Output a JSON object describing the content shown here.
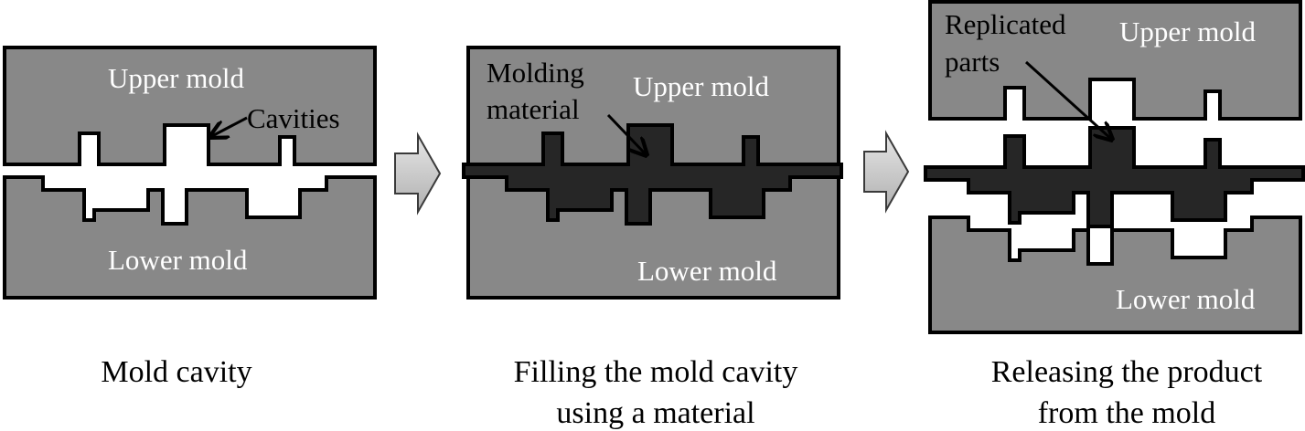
{
  "figure": {
    "panels": [
      {
        "id": "mold-cavity",
        "caption_lines": [
          "Mold cavity"
        ],
        "upper_label": "Upper mold",
        "lower_label": "Lower mold",
        "annotation": "Cavities",
        "state": "open-empty"
      },
      {
        "id": "filling",
        "caption_lines": [
          "Filling the mold cavity",
          "using a material"
        ],
        "upper_label": "Upper mold",
        "lower_label": "Lower mold",
        "annotation_lines": [
          "Molding",
          "material"
        ],
        "state": "closed-filled"
      },
      {
        "id": "releasing",
        "caption_lines": [
          "Releasing the product",
          "from the mold"
        ],
        "upper_label": "Upper mold",
        "lower_label": "Lower mold",
        "annotation_lines": [
          "Replicated",
          "parts"
        ],
        "state": "separated"
      }
    ],
    "step_arrows": [
      {
        "from": "mold-cavity",
        "to": "filling",
        "icon": "right-arrow-icon"
      },
      {
        "from": "filling",
        "to": "releasing",
        "icon": "right-arrow-icon"
      }
    ],
    "colors": {
      "mold": "#888888",
      "material": "#262626",
      "outline": "#000000",
      "background": "#ffffff",
      "arrow_light": "#e6e6e6",
      "arrow_dark": "#b0b0b0"
    }
  }
}
